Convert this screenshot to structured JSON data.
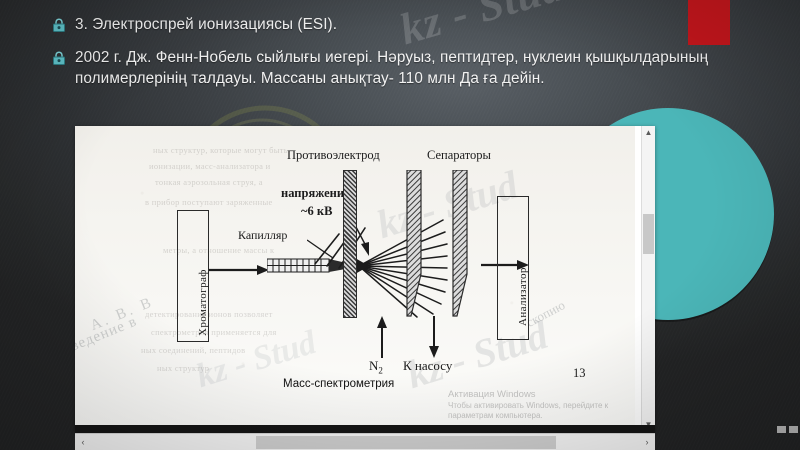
{
  "slide": {
    "bullets": [
      {
        "icon": "lock-icon",
        "text": "3.  Электроспрей ионизациясы (ESI)."
      },
      {
        "icon": "lock-icon",
        "text": "2002 г. Дж. Фенн-Нобель сыйлығы иегері. Нәруыз, пептидтер, нуклеин қышқылдарының полимерлерінің талдауы. Массаны анықтау- 110 млн Да ға  дейін."
      }
    ],
    "decorations": {
      "red_accent_color": "#c4161c",
      "teal_circle_color": "#4bb6b8",
      "background_color": "#3a3e42"
    },
    "watermark": {
      "top_text": "kz - Stud",
      "doc_left_text_1": "А. В. В",
      "doc_left_text_2": "ведение в",
      "doc_right_text": "скопию"
    }
  },
  "document": {
    "caption": "Масс-спектрометрия",
    "page_number": "13",
    "labels": {
      "chromatograph": "Хроматограф",
      "analyzer": "Анализатор",
      "capillary": "Капилляр",
      "voltage_line1": "напряжение",
      "voltage_line2": "~6 кВ",
      "counter_electrode": "Противоэлектрод",
      "separators": "Сепараторы",
      "nitrogen": "N",
      "nitrogen_sub": "2",
      "to_pump": "К насосу"
    },
    "ghost_lines": [
      "ных структур, которые могут быть",
      "ионизации, масс-анализатора и",
      "тонкая аэрозольная струя, а",
      "в прибор поступают заряженные",
      "метры, а отношение массы к",
      "детектирование ионов позволяет",
      "спектрометрия применяется для",
      "ных соединений, пептидов",
      "ных структур"
    ]
  },
  "scroll": {
    "v_up": "▲",
    "v_down": "▼",
    "h_left": "‹",
    "h_right": "›"
  },
  "windows_watermark": {
    "title": "Активация Windows",
    "line1": "Чтобы активировать Windows, перейдите к",
    "line2": "параметрам компьютера."
  }
}
